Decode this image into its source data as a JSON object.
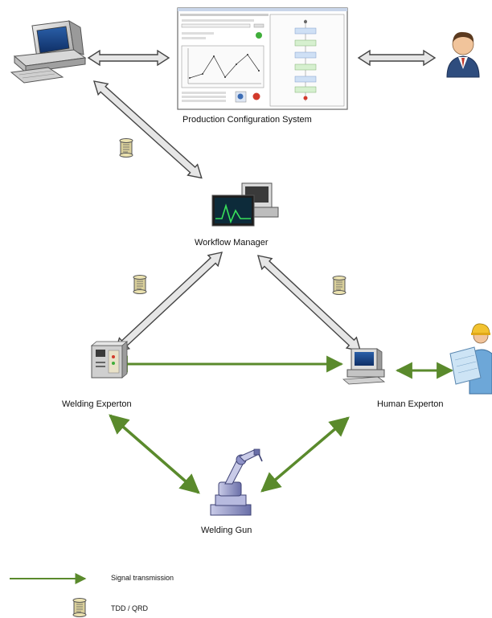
{
  "nodes": {
    "production_config": {
      "label": "Production Configuration System"
    },
    "workflow_manager": {
      "label": "Workflow Manager"
    },
    "welding_experton": {
      "label": "Welding Experton"
    },
    "human_experton": {
      "label": "Human Experton"
    },
    "welding_gun": {
      "label": "Welding Gun"
    }
  },
  "legend": {
    "signal": "Signal transmission",
    "doc": "TDD / QRD"
  },
  "colors": {
    "signal_arrow": "#5a8a2c",
    "data_arrow_fill": "#e6e6e6",
    "data_arrow_stroke": "#444444"
  }
}
